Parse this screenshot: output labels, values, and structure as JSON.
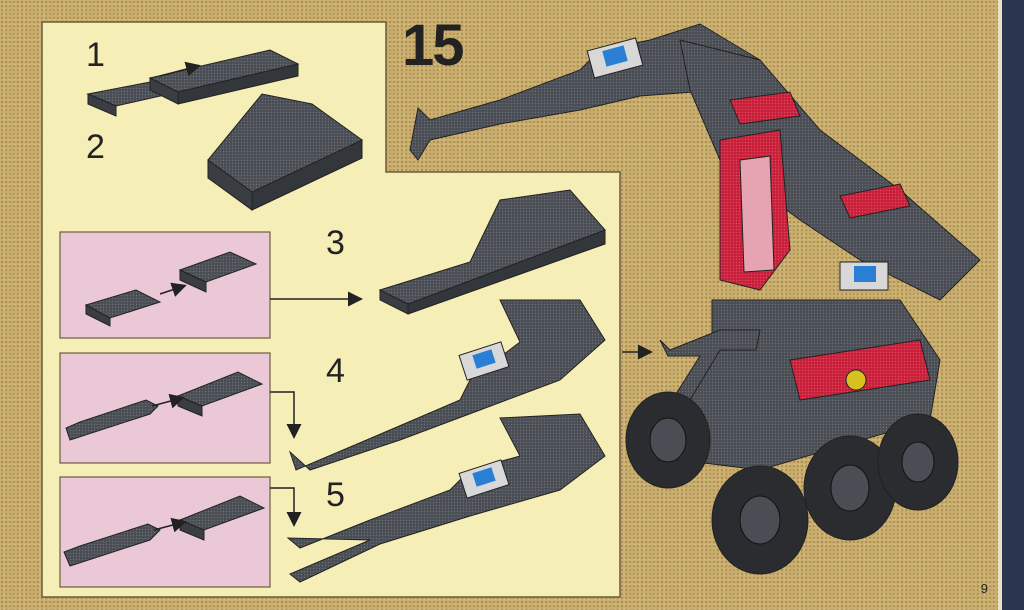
{
  "instructions": {
    "main_step": "15",
    "sub_steps": [
      "1",
      "2",
      "3",
      "4",
      "5"
    ],
    "page_number": "9"
  },
  "colors": {
    "background": "#c9ad6c",
    "panel": "#f6eeb7",
    "callout": "#eac8d6",
    "brick_dark": "#4a4e54",
    "brick_red": "#c8203a",
    "spine": "#2a3550"
  },
  "icons": [
    "arrow-icon",
    "brick-plate-icon",
    "claw-arm-icon",
    "robot-vehicle-icon",
    "wheel-icon"
  ]
}
